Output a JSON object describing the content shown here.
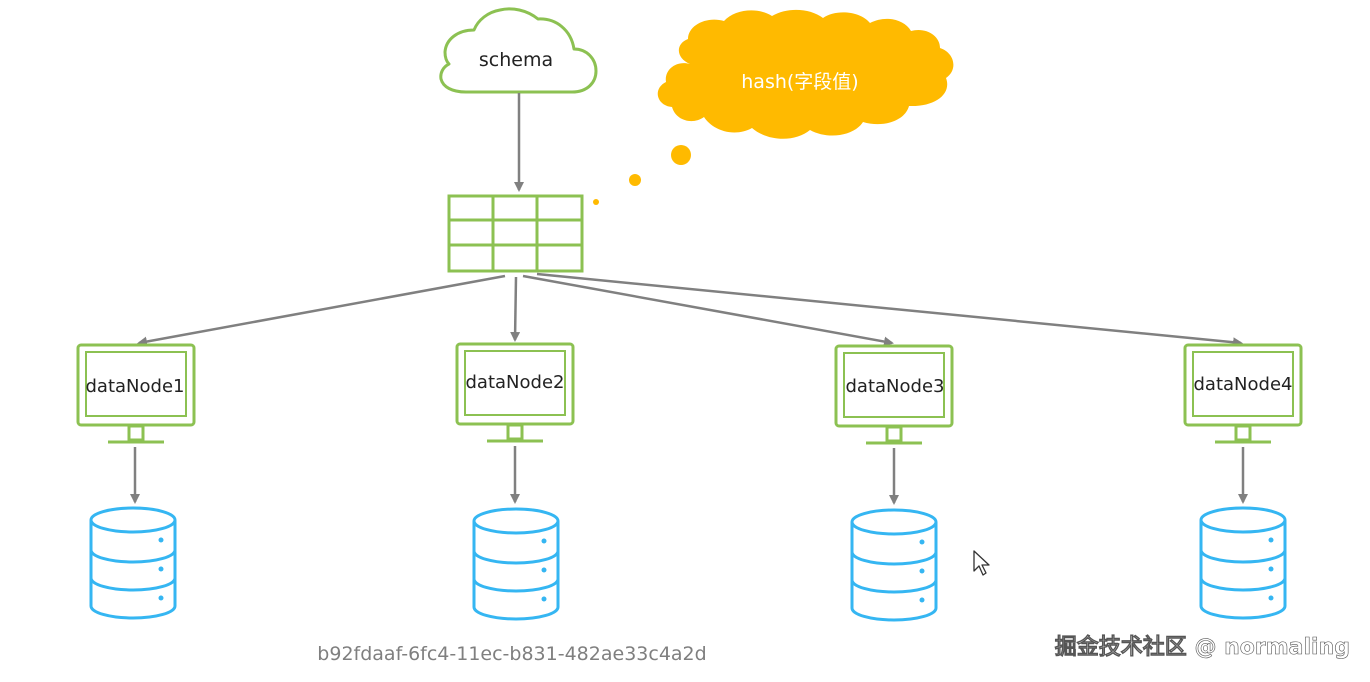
{
  "schema": {
    "label": "schema"
  },
  "thought_bubble": {
    "label": "hash(字段值)"
  },
  "data_nodes": [
    {
      "label": "dataNode1"
    },
    {
      "label": "dataNode2"
    },
    {
      "label": "dataNode3"
    },
    {
      "label": "dataNode4"
    }
  ],
  "uuid_text": "b92fdaaf-6fc4-11ec-b831-482ae33c4a2d",
  "watermark": "掘金技术社区 @ normaling",
  "colors": {
    "green": "#8cc152",
    "arrow": "#808080",
    "db_blue": "#35b6f2",
    "bubble": "#ffba00",
    "uuid_text": "#7f7f7f"
  },
  "icons": [
    "cloud-icon",
    "table-grid-icon",
    "monitor-icon",
    "database-icon",
    "mouse-cursor-icon"
  ]
}
